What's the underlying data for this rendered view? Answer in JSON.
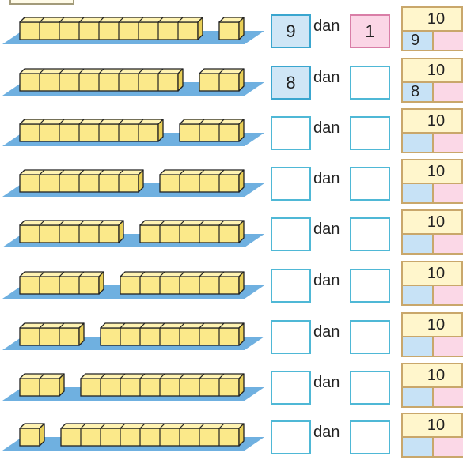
{
  "colors": {
    "cube_fill": "#fbe98a",
    "cube_top": "#fff3b2",
    "cube_side": "#e9cf57",
    "cube_edge": "#222222",
    "mat": "#6fb0e0",
    "box_border": "#4fb8d6",
    "blue_box": "#cfe6f6",
    "pink_box": "#fbd6e6",
    "bond_border": "#c9a76b",
    "bond_top": "#fff6cc"
  },
  "connector": "dan",
  "rows": [
    {
      "left_count": 9,
      "right_count": 1,
      "first": "9",
      "second": "1",
      "bond_total": "10",
      "bond_part": "9"
    },
    {
      "left_count": 8,
      "right_count": 2,
      "first": "8",
      "second": "",
      "bond_total": "10",
      "bond_part": "8"
    },
    {
      "left_count": 7,
      "right_count": 3,
      "first": "",
      "second": "",
      "bond_total": "10",
      "bond_part": ""
    },
    {
      "left_count": 6,
      "right_count": 4,
      "first": "",
      "second": "",
      "bond_total": "10",
      "bond_part": ""
    },
    {
      "left_count": 5,
      "right_count": 5,
      "first": "",
      "second": "",
      "bond_total": "10",
      "bond_part": ""
    },
    {
      "left_count": 4,
      "right_count": 6,
      "first": "",
      "second": "",
      "bond_total": "10",
      "bond_part": ""
    },
    {
      "left_count": 3,
      "right_count": 7,
      "first": "",
      "second": "",
      "bond_total": "10",
      "bond_part": ""
    },
    {
      "left_count": 2,
      "right_count": 8,
      "first": "",
      "second": "",
      "bond_total": "10",
      "bond_part": ""
    },
    {
      "left_count": 1,
      "right_count": 9,
      "first": "",
      "second": "",
      "bond_total": "10",
      "bond_part": ""
    }
  ]
}
